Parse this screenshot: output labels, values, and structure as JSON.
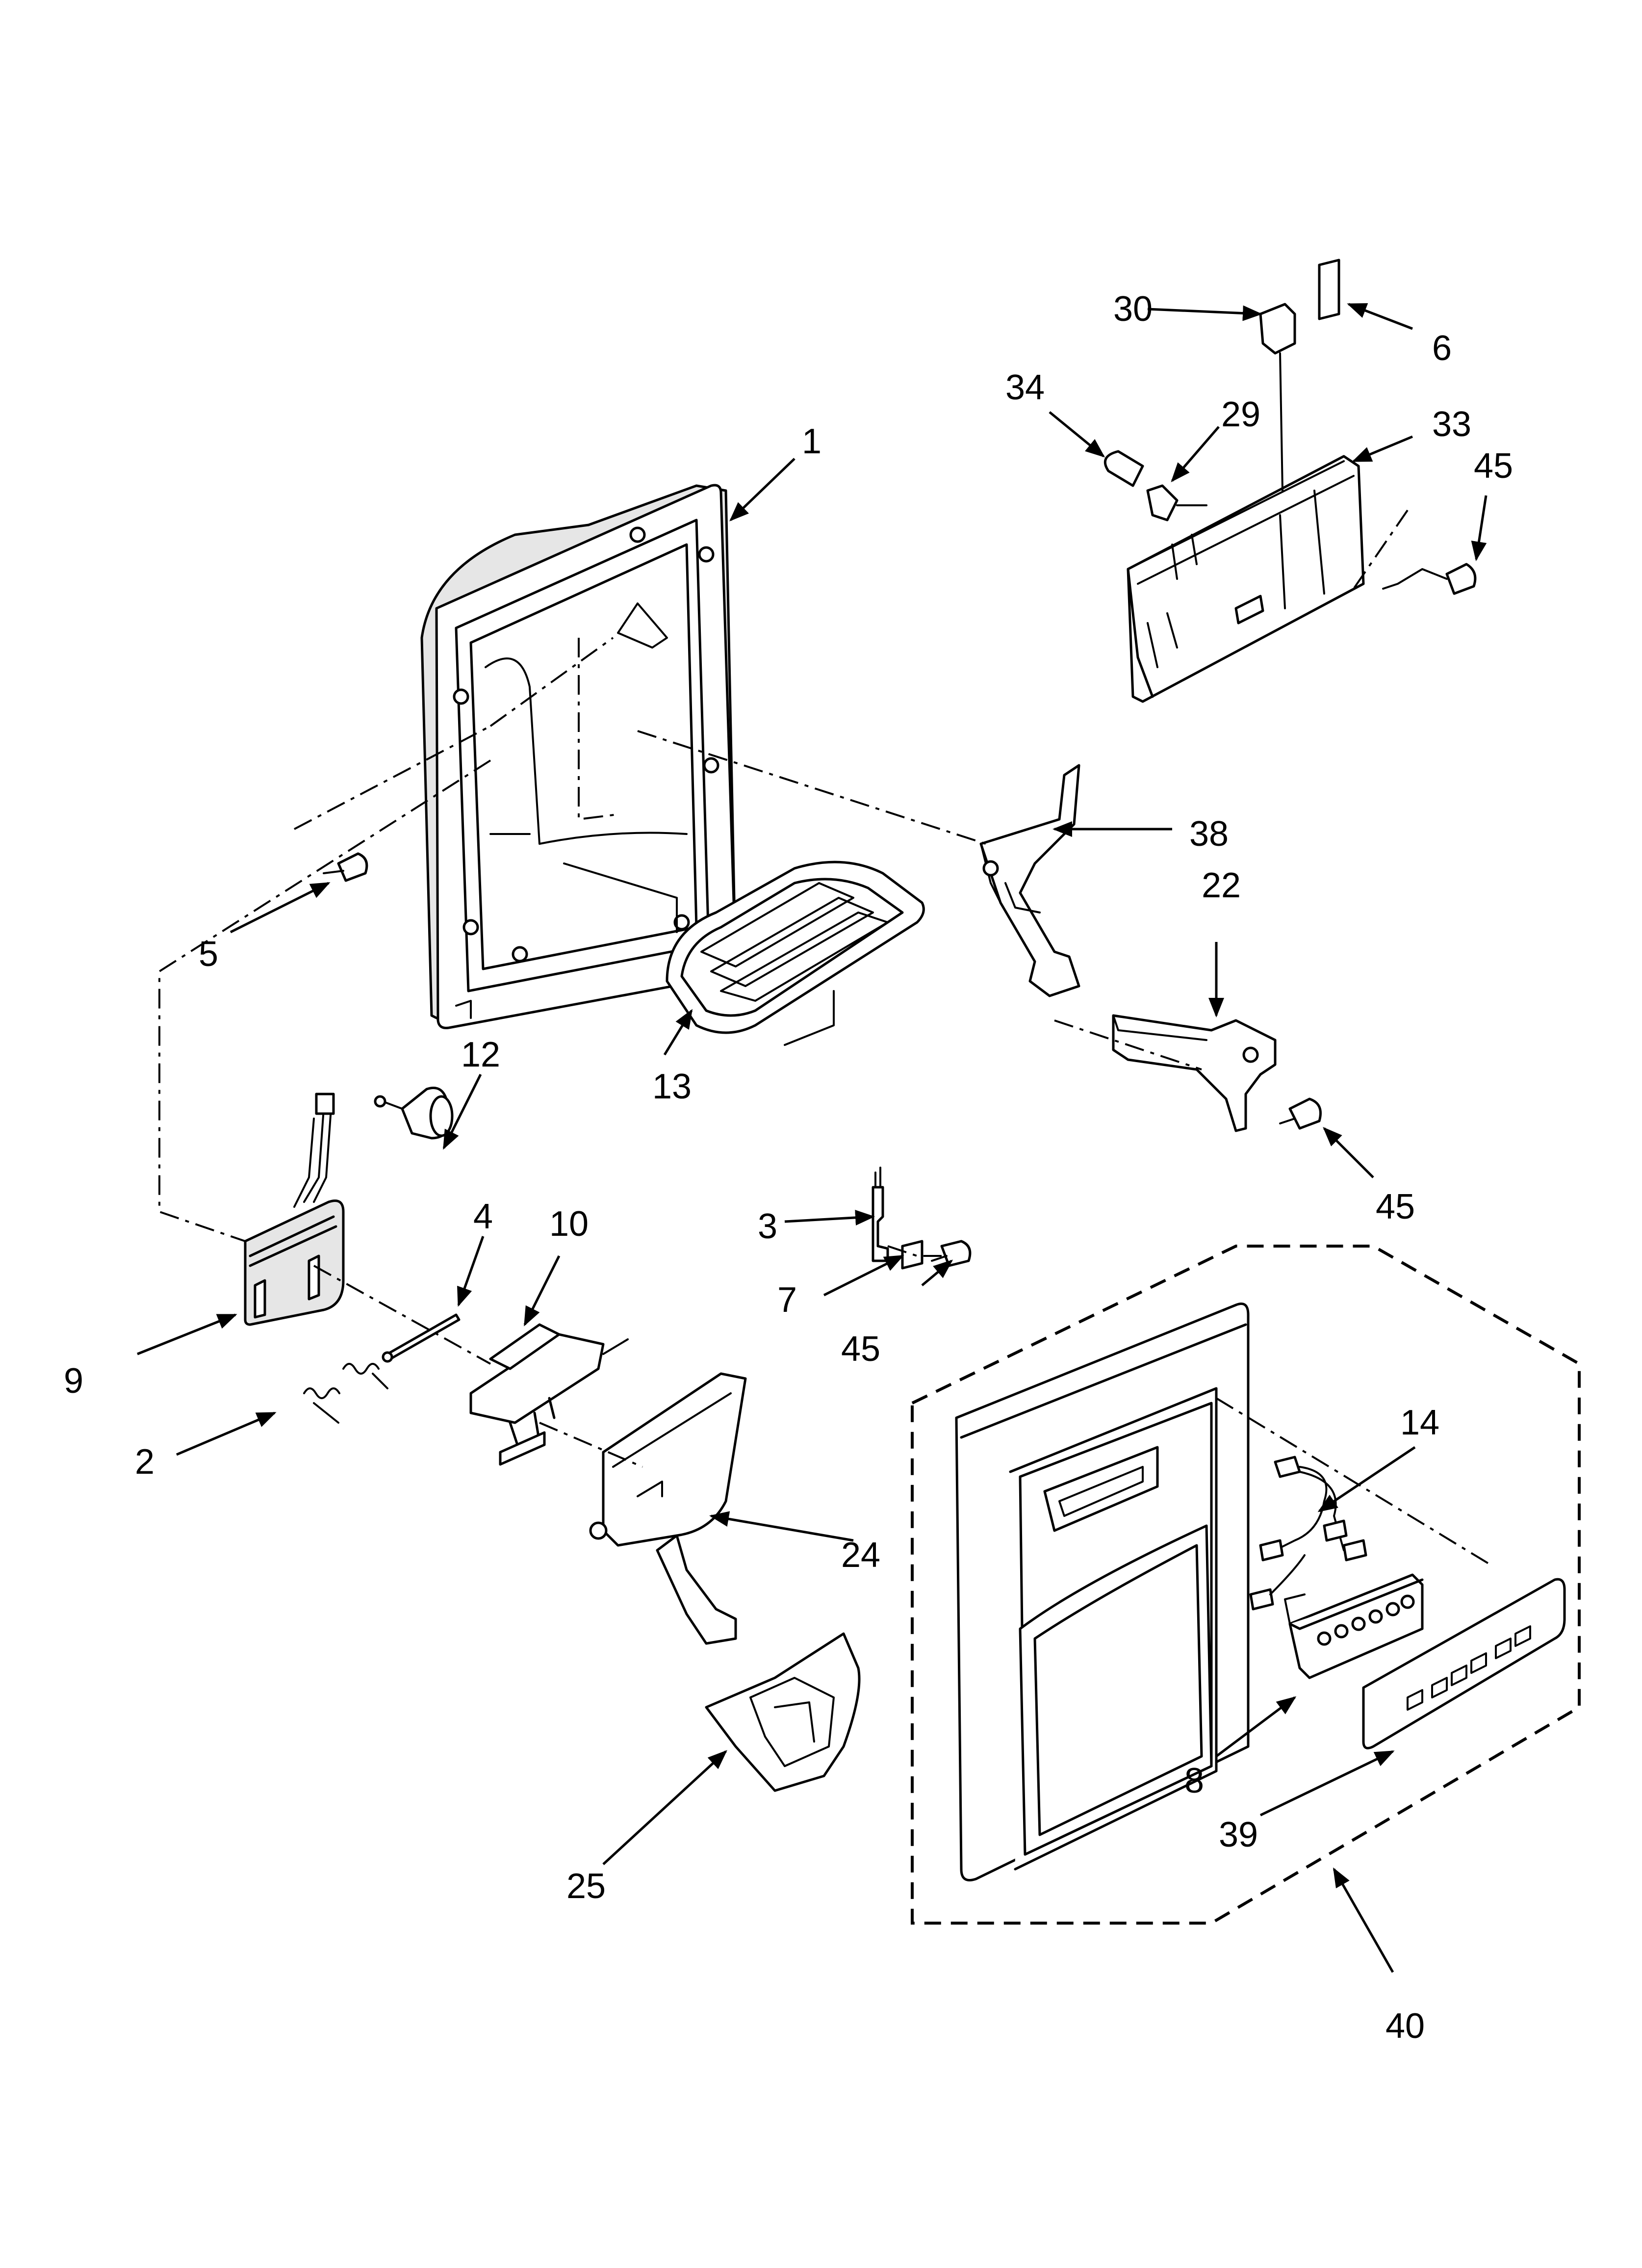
{
  "callouts": [
    {
      "id": "1",
      "label": "1"
    },
    {
      "id": "2",
      "label": "2"
    },
    {
      "id": "3",
      "label": "3"
    },
    {
      "id": "4",
      "label": "4"
    },
    {
      "id": "5",
      "label": "5"
    },
    {
      "id": "6",
      "label": "6"
    },
    {
      "id": "7",
      "label": "7"
    },
    {
      "id": "8",
      "label": "8"
    },
    {
      "id": "9",
      "label": "9"
    },
    {
      "id": "10",
      "label": "10"
    },
    {
      "id": "12",
      "label": "12"
    },
    {
      "id": "13",
      "label": "13"
    },
    {
      "id": "14",
      "label": "14"
    },
    {
      "id": "22",
      "label": "22"
    },
    {
      "id": "24",
      "label": "24"
    },
    {
      "id": "25",
      "label": "25"
    },
    {
      "id": "29",
      "label": "29"
    },
    {
      "id": "30",
      "label": "30"
    },
    {
      "id": "33",
      "label": "33"
    },
    {
      "id": "34",
      "label": "34"
    },
    {
      "id": "38",
      "label": "38"
    },
    {
      "id": "39",
      "label": "39"
    },
    {
      "id": "40",
      "label": "40"
    },
    {
      "id": "45a",
      "label": "45"
    },
    {
      "id": "45b",
      "label": "45"
    },
    {
      "id": "45c",
      "label": "45"
    }
  ]
}
